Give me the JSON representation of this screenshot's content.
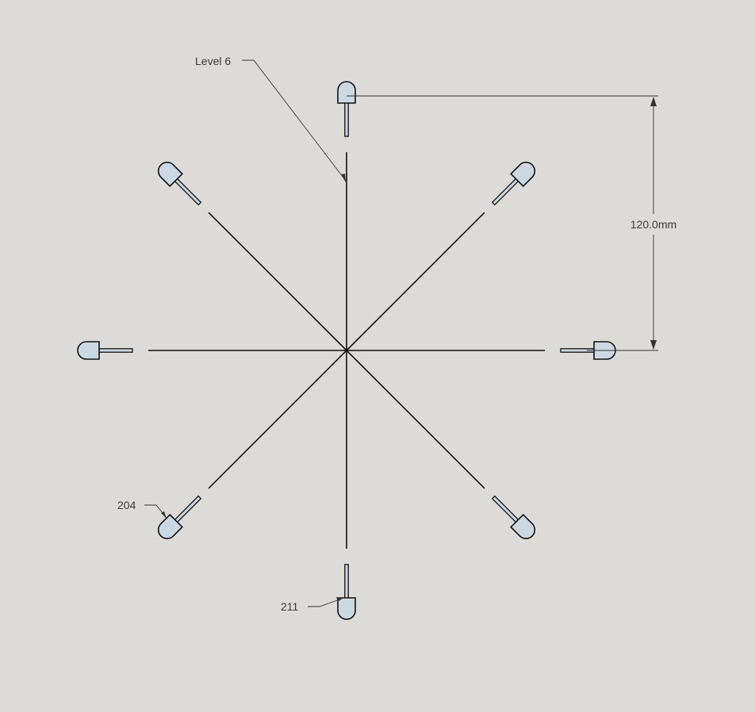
{
  "labels": {
    "level": "Level 6",
    "dimension": "120.0mm",
    "part_a": "204",
    "part_b": "211"
  },
  "leds": [
    {
      "name": "led-n",
      "angle_deg": 90
    },
    {
      "name": "led-ne",
      "angle_deg": 45
    },
    {
      "name": "led-e",
      "angle_deg": 0
    },
    {
      "name": "led-se",
      "angle_deg": -45
    },
    {
      "name": "led-s",
      "angle_deg": -90
    },
    {
      "name": "led-sw",
      "angle_deg": -135
    },
    {
      "name": "led-w",
      "angle_deg": 180
    },
    {
      "name": "led-nw",
      "angle_deg": 135
    }
  ],
  "colors": {
    "background": "#dcdbd7",
    "led_fill": "#c9d8e3",
    "outline": "#111111"
  }
}
